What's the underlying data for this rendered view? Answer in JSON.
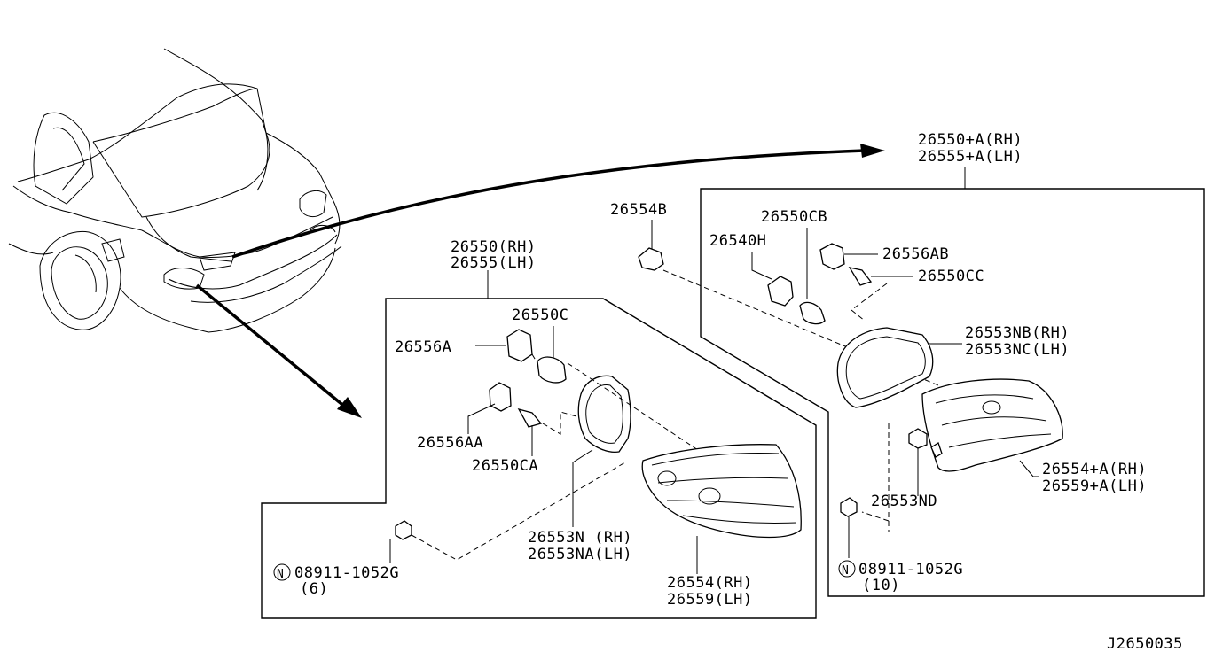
{
  "diagram": {
    "id_code": "J2650035",
    "assembly_right": {
      "rh": "26550+A(RH)",
      "lh": "26555+A(LH)"
    },
    "assembly_left": {
      "rh": "26550(RH)",
      "lh": "26555(LH)"
    },
    "labels": {
      "p26554B": "26554B",
      "p26550CB": "26550CB",
      "p26540H": "26540H",
      "p26556AB": "26556AB",
      "p26550CC": "26550CC",
      "p26553NB": "26553NB(RH)",
      "p26553NC": "26553NC(LH)",
      "p26554A": "26554+A(RH)",
      "p26559A": "26559+A(LH)",
      "p26553ND": "26553ND",
      "nut_right": "08911-1052G",
      "nut_right_qty": "(10)",
      "p26550C": "26550C",
      "p26556A": "26556A",
      "p26556AA": "26556AA",
      "p26550CA": "26550CA",
      "p26553N": "26553N (RH)",
      "p26553NA": "26553NA(LH)",
      "p26554": "26554(RH)",
      "p26559": "26559(LH)",
      "nut_left": "08911-1052G",
      "nut_left_qty": "(6)",
      "n_symbol": "N"
    }
  }
}
